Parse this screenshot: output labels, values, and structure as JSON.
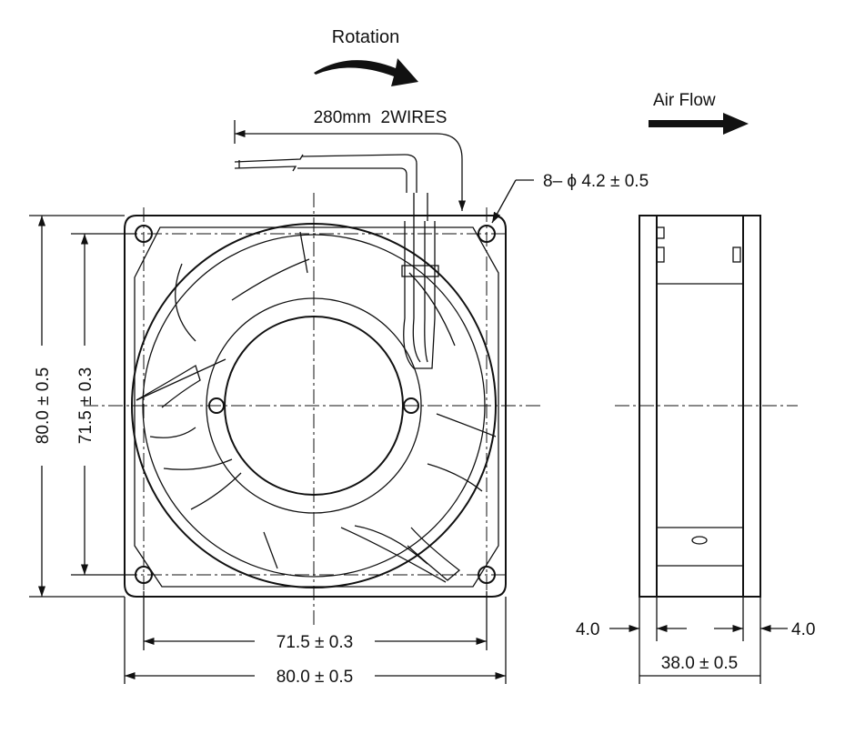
{
  "labels": {
    "rotation": "Rotation",
    "wires": "280mm  2WIRES",
    "air_flow": "Air Flow",
    "holes": "8– ϕ 4.2 ± 0.5",
    "height_outer": "80.0 ± 0.5",
    "height_inner": "71.5 ± 0.3",
    "width_inner": "71.5 ± 0.3",
    "width_outer": "80.0 ± 0.5",
    "depth": "38.0 ± 0.5",
    "flange_left": "4.0",
    "flange_right": "4.0"
  }
}
